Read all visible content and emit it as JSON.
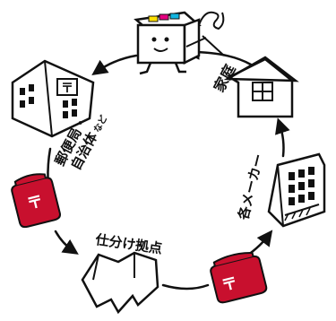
{
  "labels": {
    "household": "家庭",
    "manufacturer": "各メーカー",
    "sorting_center": "仕分け拠点",
    "post_office_line1": "郵便局・",
    "post_office_line2": "自治体",
    "post_office_suffix": "など"
  },
  "bag_mark": "〒",
  "building_sign": "〒",
  "colors": {
    "ink": "#111111",
    "bag_red": "#c8102e",
    "cyan": "#12b5e0",
    "magenta": "#e5007f",
    "yellow": "#ffe000"
  }
}
